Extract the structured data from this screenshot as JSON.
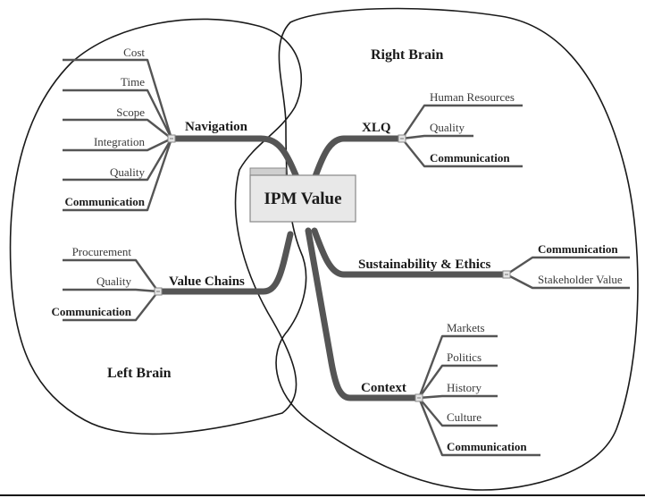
{
  "diagram": {
    "type": "mind-map",
    "central_node": {
      "label": "IPM Value",
      "fill": "#e8e8e8",
      "tab_fill": "#cfcfcf"
    },
    "regions": [
      {
        "id": "left",
        "label": "Left Brain"
      },
      {
        "id": "right",
        "label": "Right Brain"
      }
    ],
    "branches": [
      {
        "id": "navigation",
        "label": "Navigation",
        "side": "left",
        "children": [
          {
            "label": "Cost",
            "bold": false
          },
          {
            "label": "Time",
            "bold": false
          },
          {
            "label": "Scope",
            "bold": false
          },
          {
            "label": "Integration",
            "bold": false
          },
          {
            "label": "Quality",
            "bold": false
          },
          {
            "label": "Communication",
            "bold": true
          }
        ]
      },
      {
        "id": "value-chains",
        "label": "Value Chains",
        "side": "left",
        "children": [
          {
            "label": "Procurement",
            "bold": false
          },
          {
            "label": "Quality",
            "bold": false
          },
          {
            "label": "Communication",
            "bold": true
          }
        ]
      },
      {
        "id": "xlq",
        "label": "XLQ",
        "side": "right",
        "children": [
          {
            "label": "Human Resources",
            "bold": false
          },
          {
            "label": "Quality",
            "bold": false
          },
          {
            "label": "Communication",
            "bold": true
          }
        ]
      },
      {
        "id": "sustainability",
        "label": "Sustainability & Ethics",
        "side": "right",
        "children": [
          {
            "label": "Communication",
            "bold": true
          },
          {
            "label": "Stakeholder Value",
            "bold": false
          }
        ]
      },
      {
        "id": "context",
        "label": "Context",
        "side": "right",
        "children": [
          {
            "label": "Markets",
            "bold": false
          },
          {
            "label": "Politics",
            "bold": false
          },
          {
            "label": "History",
            "bold": false
          },
          {
            "label": "Culture",
            "bold": false
          },
          {
            "label": "Communication",
            "bold": true
          }
        ]
      }
    ],
    "colors": {
      "line": "#555555",
      "outline": "#1a1a1a",
      "toggle": "#e4e4e4"
    }
  }
}
